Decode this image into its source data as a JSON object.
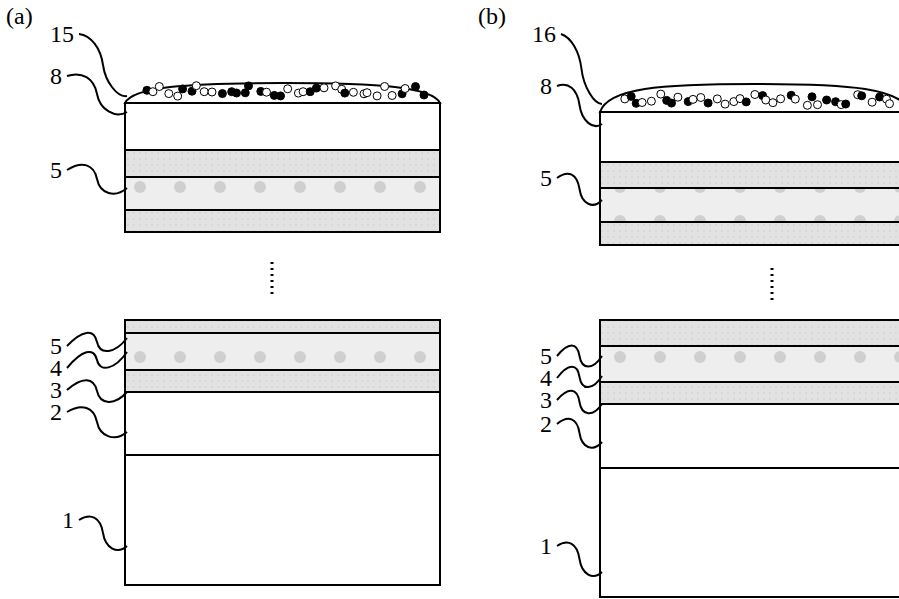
{
  "diagram": {
    "labels": [
      "(a)",
      "15",
      "8",
      "5",
      "5",
      "4",
      "3",
      "2",
      "1",
      "(b)",
      "16",
      "8",
      "5",
      "5",
      "4",
      "3",
      "2",
      "1"
    ]
  }
}
